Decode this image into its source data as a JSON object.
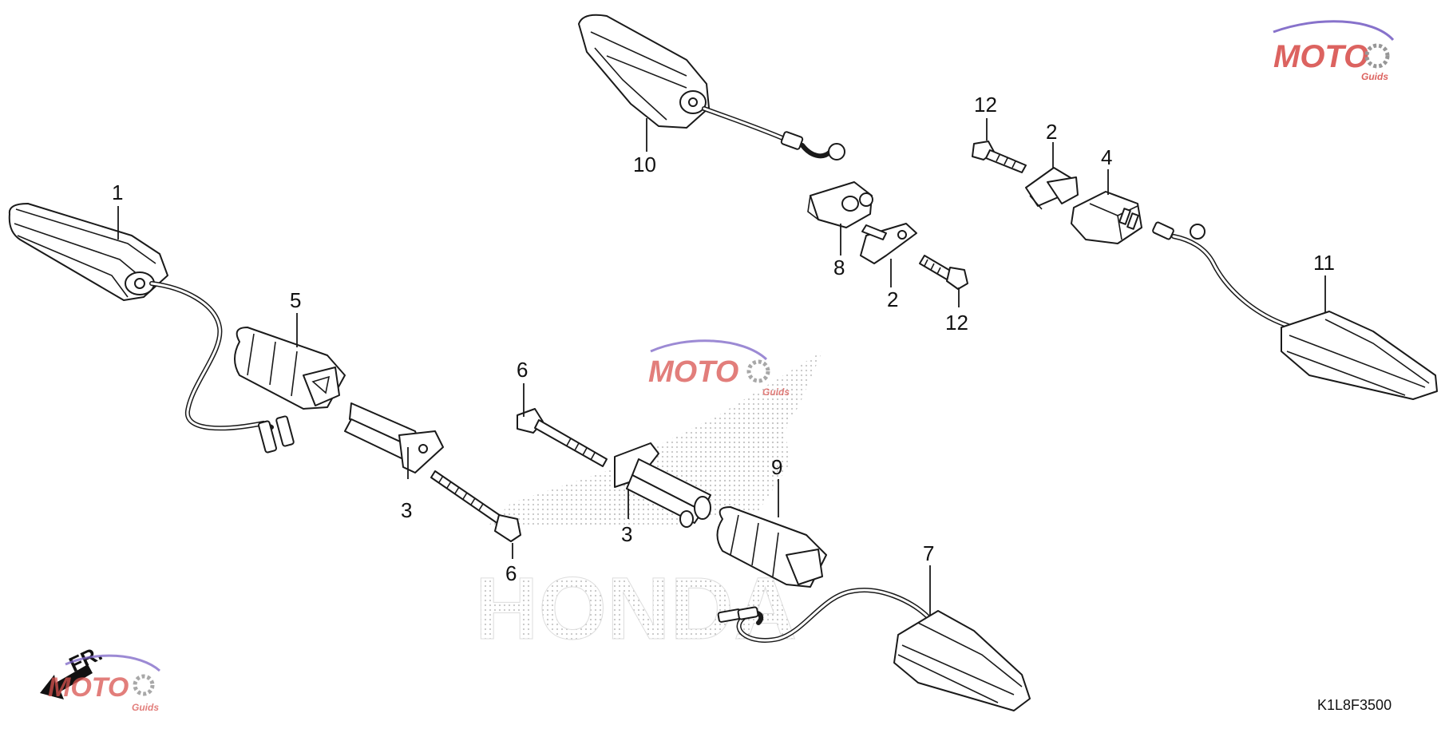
{
  "diagram": {
    "code": "K1L8F3500",
    "direction": {
      "label": "FR.",
      "icon": "front-direction-arrow-icon"
    },
    "callouts": [
      "1",
      "2",
      "2",
      "3",
      "3",
      "4",
      "5",
      "6",
      "6",
      "7",
      "8",
      "9",
      "10",
      "11",
      "12",
      "12"
    ]
  },
  "watermark": {
    "brand_letters": "MOTO",
    "sub": "Guids",
    "icon": "gear-icon",
    "colors": {
      "red": "#d9534f",
      "grey": "#8c8c8c",
      "purple": "#7b63c6"
    }
  },
  "background_logo": {
    "word": "HONDA",
    "icon": "honda-wing-logo",
    "color": "#cfcfcf"
  }
}
